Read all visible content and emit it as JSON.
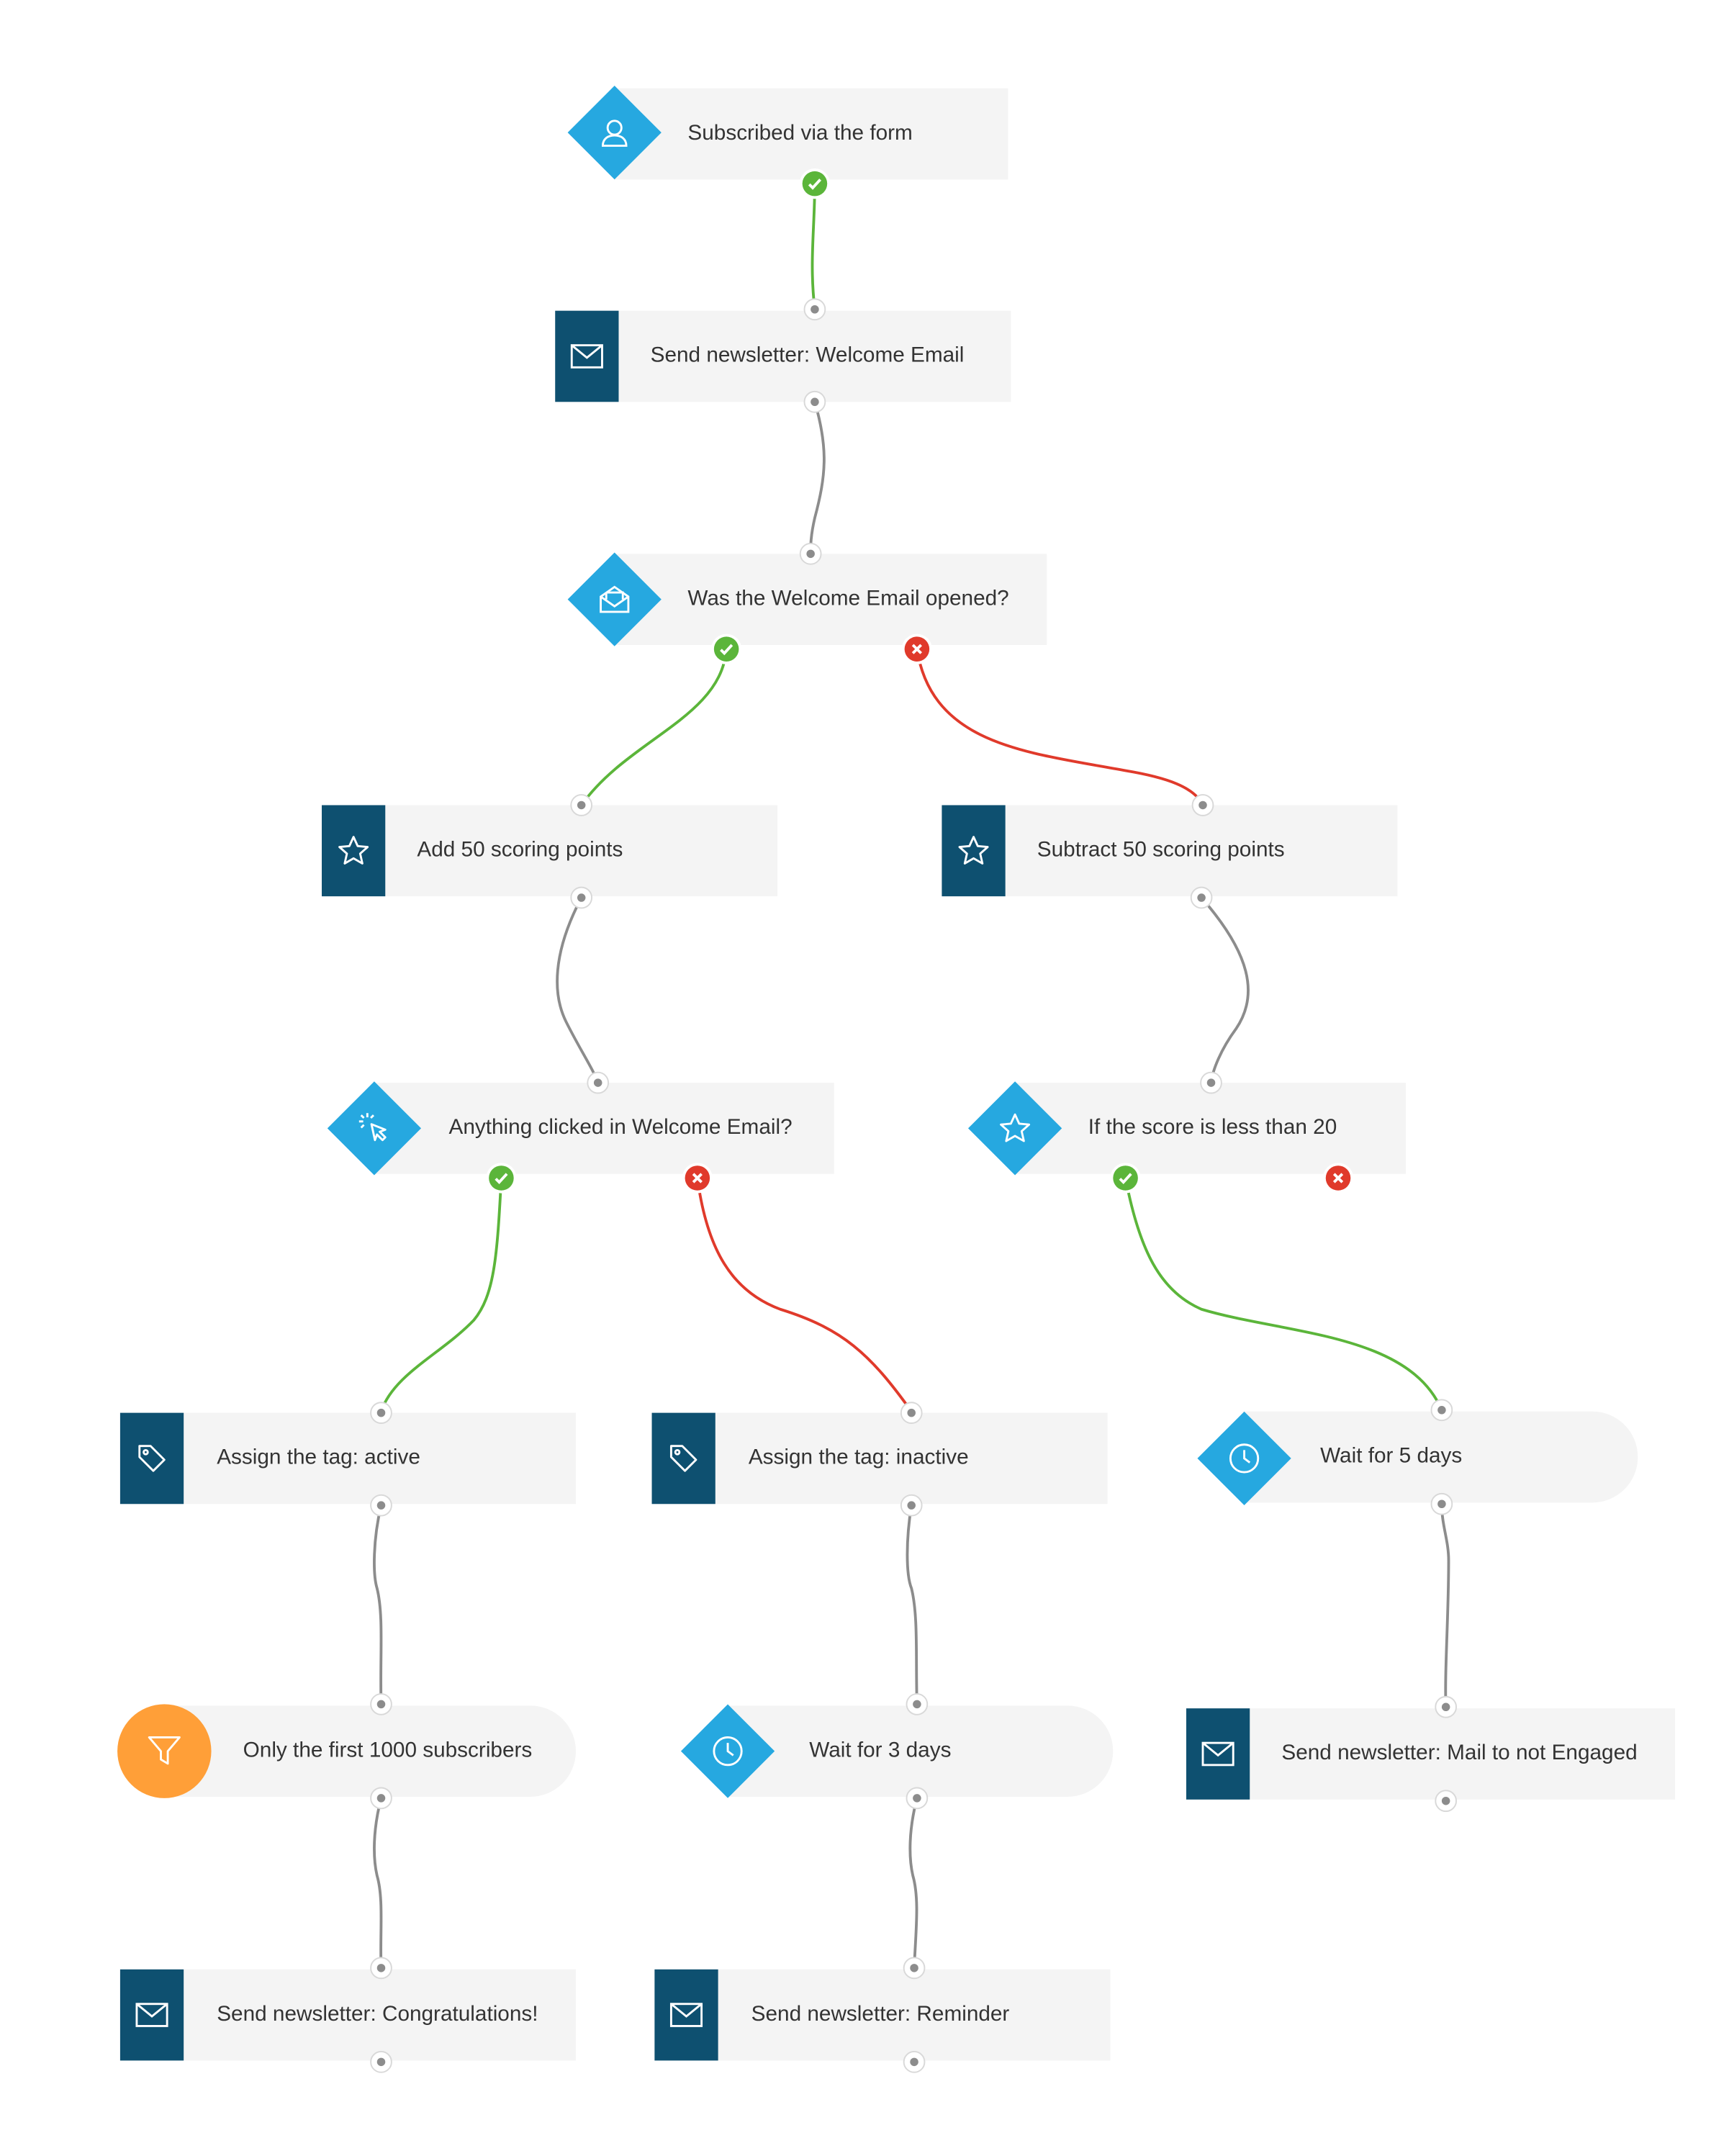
{
  "colors": {
    "dark_action": "#0e5070",
    "condition_blue": "#26a8e0",
    "filter_orange": "#ff9f38",
    "yes_green": "#5bb53a",
    "no_red": "#e03a2b",
    "neutral_link": "#8c8c8c",
    "card_background": "#f4f4f4"
  },
  "nodes": {
    "subscribed": {
      "label": "Subscribed via the form",
      "icon": "user-icon"
    },
    "welcome_email": {
      "label": "Send newsletter: Welcome Email",
      "icon": "envelope-icon"
    },
    "opened": {
      "label": "Was the Welcome Email opened?",
      "icon": "open-envelope-icon"
    },
    "add_points": {
      "label": "Add 50 scoring points",
      "icon": "star-icon"
    },
    "subtract_points": {
      "label": "Subtract 50 scoring points",
      "icon": "star-icon"
    },
    "clicked": {
      "label": "Anything clicked in Welcome Email?",
      "icon": "cursor-click-icon"
    },
    "score_check": {
      "label": "If the score is less than 20",
      "icon": "star-icon"
    },
    "tag_active": {
      "label": "Assign the tag: active",
      "icon": "tag-icon"
    },
    "tag_inactive": {
      "label": "Assign the tag: inactive",
      "icon": "tag-icon"
    },
    "wait5": {
      "label": "Wait for 5 days",
      "icon": "clock-icon"
    },
    "filter_first": {
      "label": "Only the first 1000 subscribers",
      "icon": "funnel-icon"
    },
    "wait3": {
      "label": "Wait for 3 days",
      "icon": "clock-icon"
    },
    "not_engaged": {
      "label": "Send newsletter: Mail to not Engaged",
      "icon": "envelope-icon"
    },
    "congrats": {
      "label": "Send newsletter: Congratulations!",
      "icon": "envelope-icon"
    },
    "reminder": {
      "label": "Send newsletter: Reminder",
      "icon": "envelope-icon"
    }
  },
  "links": [
    {
      "from": "subscribed",
      "to": "welcome_email",
      "kind": "yes"
    },
    {
      "from": "welcome_email",
      "to": "opened",
      "kind": "neutral"
    },
    {
      "from": "opened",
      "to": "add_points",
      "kind": "yes"
    },
    {
      "from": "opened",
      "to": "subtract_points",
      "kind": "no"
    },
    {
      "from": "add_points",
      "to": "clicked",
      "kind": "neutral"
    },
    {
      "from": "subtract_points",
      "to": "score_check",
      "kind": "neutral"
    },
    {
      "from": "clicked",
      "to": "tag_active",
      "kind": "yes"
    },
    {
      "from": "clicked",
      "to": "tag_inactive",
      "kind": "no"
    },
    {
      "from": "score_check",
      "to": "wait5",
      "kind": "yes"
    },
    {
      "from": "tag_active",
      "to": "filter_first",
      "kind": "neutral"
    },
    {
      "from": "tag_inactive",
      "to": "wait3",
      "kind": "neutral"
    },
    {
      "from": "wait5",
      "to": "not_engaged",
      "kind": "neutral"
    },
    {
      "from": "filter_first",
      "to": "congrats",
      "kind": "neutral"
    },
    {
      "from": "wait3",
      "to": "reminder",
      "kind": "neutral"
    }
  ]
}
